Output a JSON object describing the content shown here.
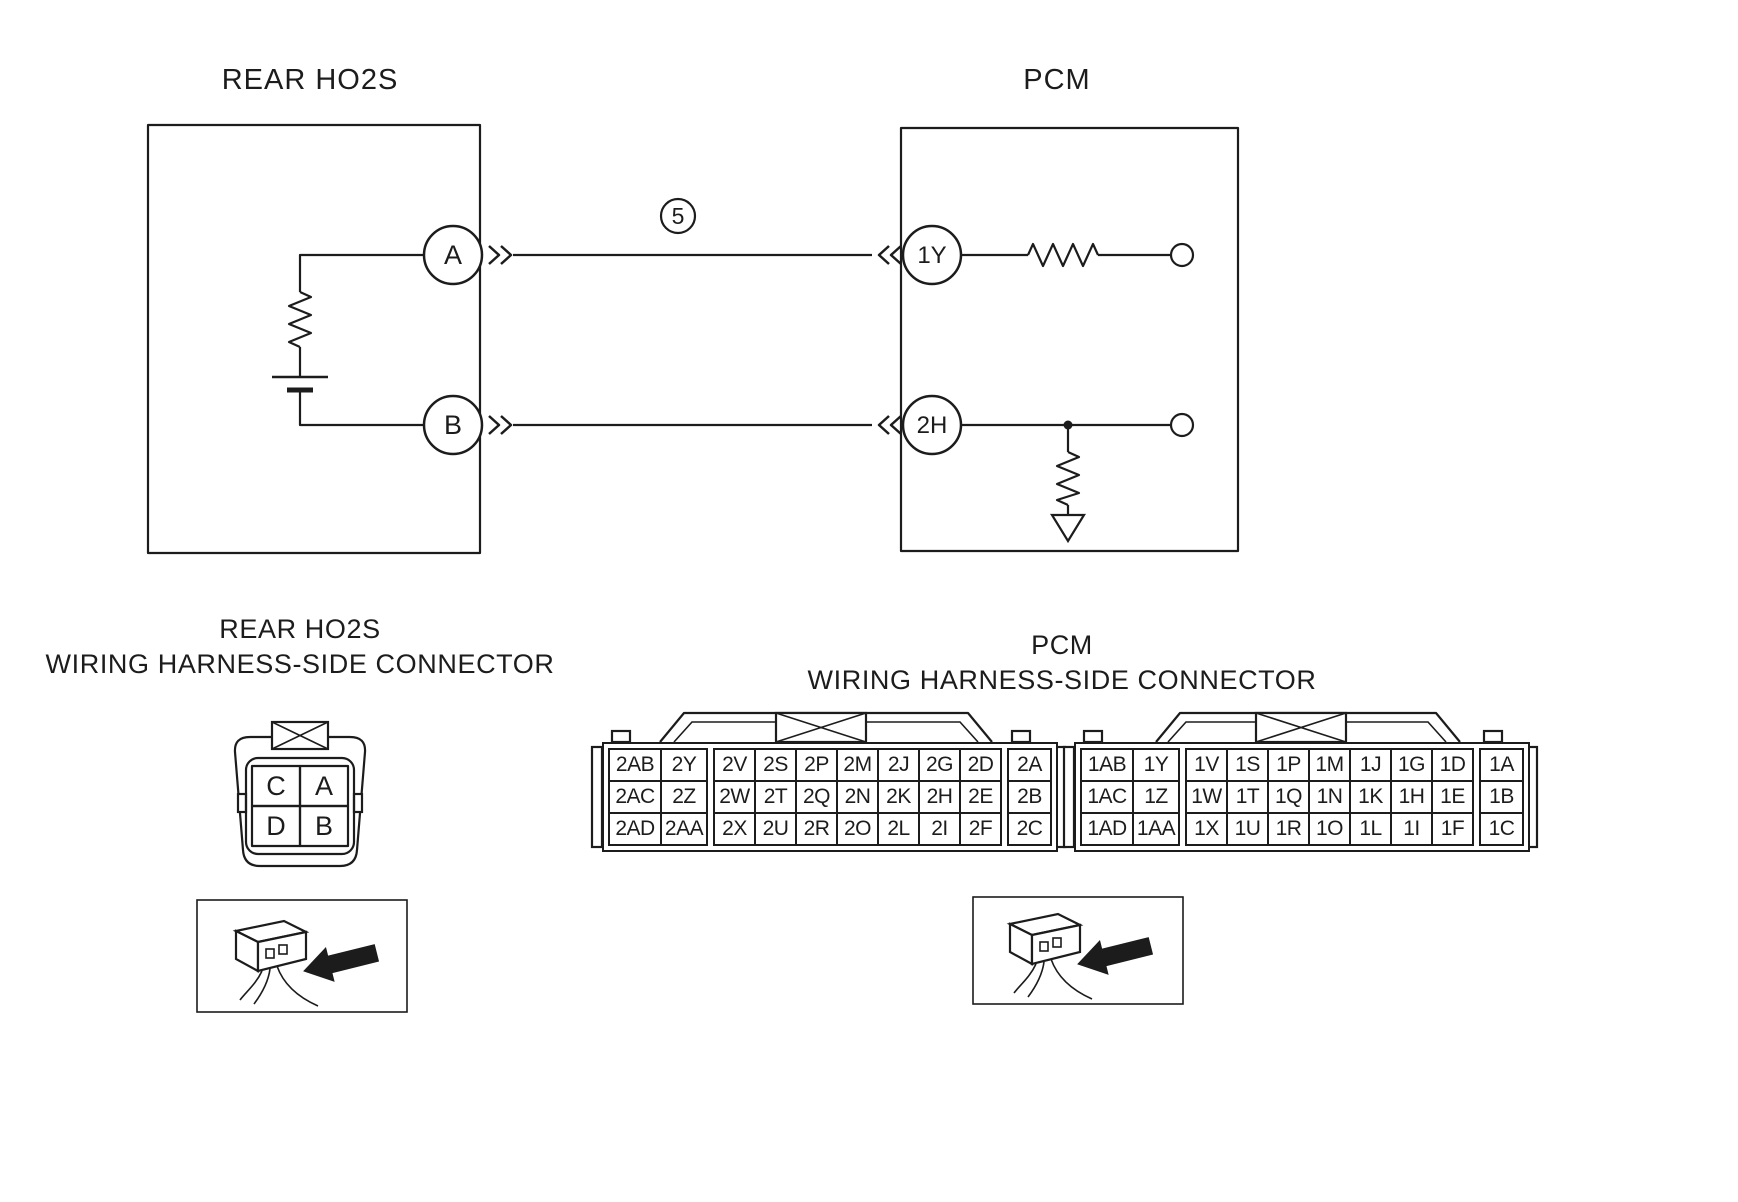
{
  "page": {
    "background": "#ffffff",
    "ink_color": "#1c1c1c"
  },
  "circuit": {
    "left_box_title": "REAR HO2S",
    "right_box_title": "PCM",
    "wire_number": "5",
    "terminals": {
      "a": "A",
      "b": "B",
      "y1": "1Y",
      "h2": "2H"
    }
  },
  "ho2s_connector": {
    "title_line1": "REAR HO2S",
    "title_line2": "WIRING HARNESS-SIDE CONNECTOR",
    "pins": [
      [
        "C",
        "A"
      ],
      [
        "D",
        "B"
      ]
    ]
  },
  "pcm_connector": {
    "title_line1": "PCM",
    "title_line2": "WIRING HARNESS-SIDE CONNECTOR",
    "block2_pins": [
      [
        "2AB",
        "2Y",
        "2V",
        "2S",
        "2P",
        "2M",
        "2J",
        "2G",
        "2D",
        "2A"
      ],
      [
        "2AC",
        "2Z",
        "2W",
        "2T",
        "2Q",
        "2N",
        "2K",
        "2H",
        "2E",
        "2B"
      ],
      [
        "2AD",
        "2AA",
        "2X",
        "2U",
        "2R",
        "2O",
        "2L",
        "2I",
        "2F",
        "2C"
      ]
    ],
    "block1_pins": [
      [
        "1AB",
        "1Y",
        "1V",
        "1S",
        "1P",
        "1M",
        "1J",
        "1G",
        "1D",
        "1A"
      ],
      [
        "1AC",
        "1Z",
        "1W",
        "1T",
        "1Q",
        "1N",
        "1K",
        "1H",
        "1E",
        "1B"
      ],
      [
        "1AD",
        "1AA",
        "1X",
        "1U",
        "1R",
        "1O",
        "1L",
        "1I",
        "1F",
        "1C"
      ]
    ]
  }
}
